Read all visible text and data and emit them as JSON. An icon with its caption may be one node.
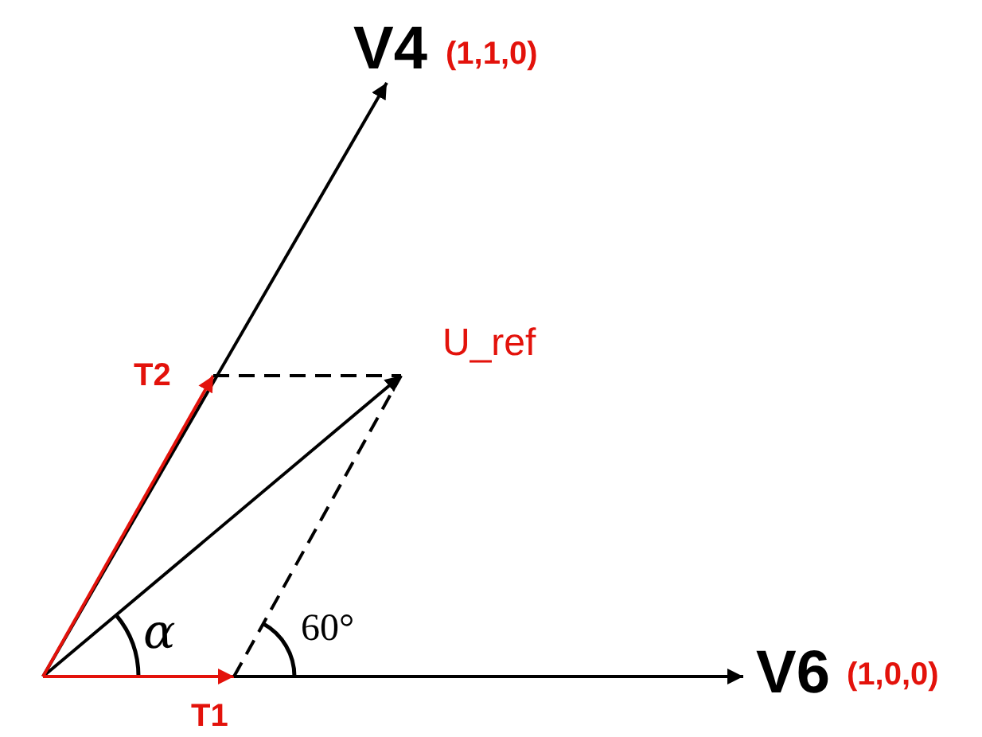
{
  "diagram": {
    "nodes": [
      {
        "text": [
          "V4"
        ],
        "beside": [
          "(1,1,0)"
        ]
      },
      {
        "text": [
          "U_ref"
        ]
      },
      {
        "text": [
          "V6"
        ],
        "beside": [
          "(1,0,0)"
        ]
      },
      {
        "text": [
          "T2"
        ]
      },
      {
        "text": [
          "T1"
        ]
      }
    ],
    "edges": [
      {
        "from": null,
        "to": 0,
        "arrow": "to"
      },
      {
        "from": null,
        "to": 1,
        "arrow": "to"
      },
      {
        "from": null,
        "to": 2,
        "arrow": "to"
      },
      {
        "from": null,
        "to": 3,
        "arrow": "to",
        "color": "#e3120b"
      },
      {
        "from": null,
        "to": 4,
        "arrow": "to",
        "color": "#e3120b"
      },
      {
        "from": 3,
        "to": 1,
        "arrow": "none",
        "style": "dashed"
      },
      {
        "from": 4,
        "to": 1,
        "arrow": "none",
        "style": "dashed"
      }
    ],
    "labels": [
      "α",
      "60°"
    ]
  }
}
